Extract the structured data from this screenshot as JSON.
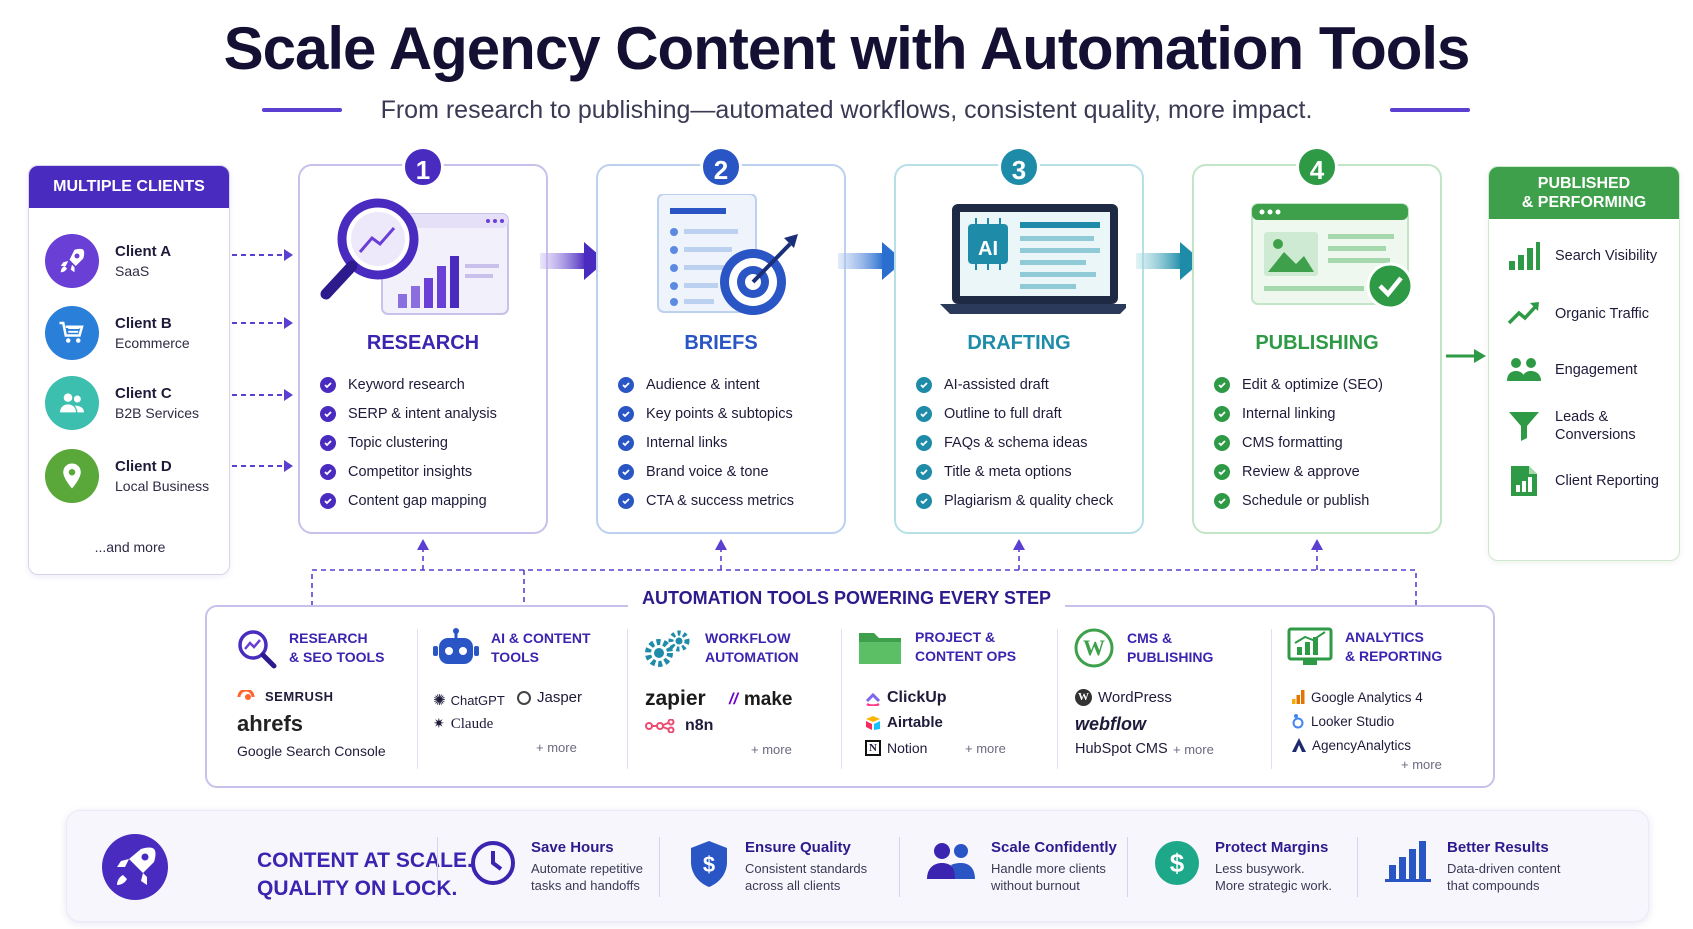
{
  "header": {
    "title": "Scale Agency Content with Automation Tools",
    "subtitle": "From research to publishing—automated workflows, consistent quality, more impact."
  },
  "clients": {
    "heading": "MULTIPLE CLIENTS",
    "items": [
      {
        "name": "Client A",
        "type": "SaaS",
        "icon": "rocket-icon",
        "color": "#6a3fd6"
      },
      {
        "name": "Client B",
        "type": "Ecommerce",
        "icon": "cart-icon",
        "color": "#2a7fd8"
      },
      {
        "name": "Client C",
        "type": "B2B Services",
        "icon": "users-icon",
        "color": "#3dbfb0"
      },
      {
        "name": "Client D",
        "type": "Local Business",
        "icon": "location-pin-icon",
        "color": "#5aa83a"
      }
    ],
    "more": "...and more"
  },
  "stages": [
    {
      "number": "1",
      "title": "RESEARCH",
      "color": "#4a2bbf",
      "items": [
        "Keyword research",
        "SERP & intent analysis",
        "Topic clustering",
        "Competitor insights",
        "Content gap mapping"
      ]
    },
    {
      "number": "2",
      "title": "BRIEFS",
      "color": "#2a55c4",
      "items": [
        "Audience & intent",
        "Key points & subtopics",
        "Internal links",
        "Brand voice & tone",
        "CTA & success metrics"
      ]
    },
    {
      "number": "3",
      "title": "DRAFTING",
      "color": "#1e8ca8",
      "items": [
        "AI-assisted draft",
        "Outline to full draft",
        "FAQs & schema ideas",
        "Title & meta options",
        "Plagiarism & quality check"
      ]
    },
    {
      "number": "4",
      "title": "PUBLISHING",
      "color": "#2e9a46",
      "items": [
        "Edit & optimize (SEO)",
        "Internal linking",
        "CMS formatting",
        "Review & approve",
        "Schedule or publish"
      ]
    }
  ],
  "drafting_screen_label": "AI",
  "published": {
    "heading_line1": "PUBLISHED",
    "heading_line2": "& PERFORMING",
    "items": [
      {
        "label": "Search Visibility",
        "icon": "bar-chart-icon"
      },
      {
        "label": "Organic Traffic",
        "icon": "trend-up-icon"
      },
      {
        "label": "Engagement",
        "icon": "people-icon"
      },
      {
        "label_line1": "Leads &",
        "label_line2": "Conversions",
        "icon": "funnel-icon"
      },
      {
        "label": "Client Reporting",
        "icon": "report-icon"
      }
    ]
  },
  "tools": {
    "heading": "AUTOMATION TOOLS POWERING EVERY STEP",
    "columns": [
      {
        "title_line1": "RESEARCH",
        "title_line2": "& SEO TOOLS",
        "tools": [
          "SEMRUSH",
          "ahrefs",
          "Google Search Console"
        ],
        "more": ""
      },
      {
        "title_line1": "AI & CONTENT",
        "title_line2": "TOOLS",
        "tools": [
          "ChatGPT",
          "Jasper",
          "Claude"
        ],
        "more": "+ more"
      },
      {
        "title_line1": "WORKFLOW",
        "title_line2": "AUTOMATION",
        "tools": [
          "zapier",
          "make",
          "n8n"
        ],
        "more": "+ more"
      },
      {
        "title_line1": "PROJECT &",
        "title_line2": "CONTENT OPS",
        "tools": [
          "ClickUp",
          "Airtable",
          "Notion"
        ],
        "more": "+ more"
      },
      {
        "title_line1": "CMS &",
        "title_line2": "PUBLISHING",
        "tools": [
          "WordPress",
          "webflow",
          "HubSpot CMS"
        ],
        "more": "+ more"
      },
      {
        "title_line1": "ANALYTICS",
        "title_line2": "& REPORTING",
        "tools": [
          "Google Analytics 4",
          "Looker Studio",
          "AgencyAnalytics"
        ],
        "more": "+ more"
      }
    ]
  },
  "banner": {
    "headline_line1": "CONTENT AT SCALE.",
    "headline_line2": "QUALITY ON LOCK.",
    "items": [
      {
        "title": "Save Hours",
        "desc_line1": "Automate repetitive",
        "desc_line2": "tasks and handoffs",
        "icon": "clock-icon"
      },
      {
        "title": "Ensure Quality",
        "desc_line1": "Consistent standards",
        "desc_line2": "across all clients",
        "icon": "shield-icon"
      },
      {
        "title": "Scale Confidently",
        "desc_line1": "Handle more clients",
        "desc_line2": "without burnout",
        "icon": "team-icon"
      },
      {
        "title": "Protect Margins",
        "desc_line1": "Less busywork.",
        "desc_line2": "More strategic work.",
        "icon": "dollar-icon"
      },
      {
        "title": "Better Results",
        "desc_line1": "Data-driven content",
        "desc_line2": "that compounds",
        "icon": "results-chart-icon"
      }
    ]
  }
}
